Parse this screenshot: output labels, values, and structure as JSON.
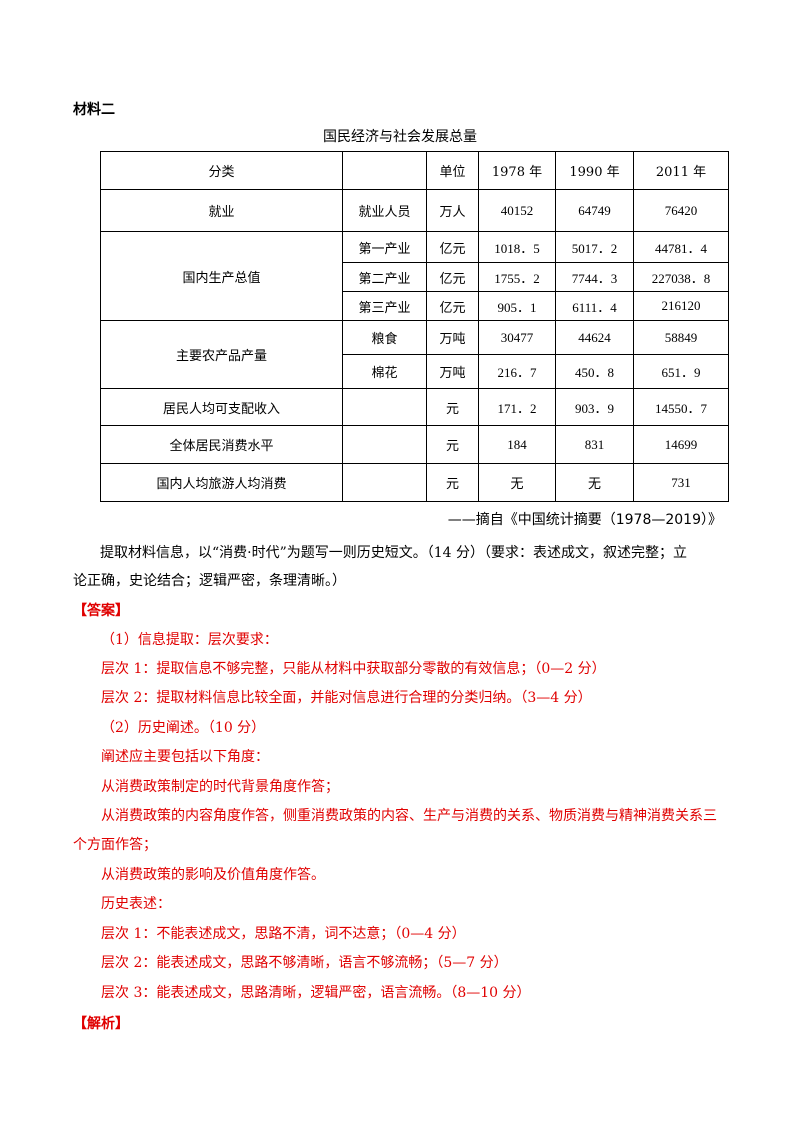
{
  "section_label": "材料二",
  "table_title": "国民经济与社会发展总量",
  "table": {
    "header": [
      "分类",
      "",
      "单位",
      "1978 年",
      "1990 年",
      "2011 年"
    ],
    "employment": {
      "category": "就业",
      "sub": "就业人员",
      "unit": "万人",
      "v1978": "40152",
      "v1990": "64749",
      "v2011": "76420"
    },
    "gdp": {
      "category": "国内生产总值",
      "rows": [
        {
          "sub": "第一产业",
          "unit": "亿元",
          "v1978": "1018．5",
          "v1990": "5017．2",
          "v2011": "44781．4"
        },
        {
          "sub": "第二产业",
          "unit": "亿元",
          "v1978": "1755．2",
          "v1990": "7744．3",
          "v2011": "227038．8"
        },
        {
          "sub": "第三产业",
          "unit": "亿元",
          "v1978": "905．1",
          "v1990": "6111．4",
          "v2011": "216120"
        }
      ]
    },
    "agri": {
      "category": "主要农产品产量",
      "rows": [
        {
          "sub": "粮食",
          "unit": "万吨",
          "v1978": "30477",
          "v1990": "44624",
          "v2011": "58849"
        },
        {
          "sub": "棉花",
          "unit": "万吨",
          "v1978": "216．7",
          "v1990": "450．8",
          "v2011": "651．9"
        }
      ]
    },
    "income": {
      "category": "居民人均可支配收入",
      "unit": "元",
      "v1978": "171．2",
      "v1990": "903．9",
      "v2011": "14550．7"
    },
    "consumption": {
      "category": "全体居民消费水平",
      "unit": "元",
      "v1978": "184",
      "v1990": "831",
      "v2011": "14699"
    },
    "tourism": {
      "category": "国内人均旅游人均消费",
      "unit": "元",
      "v1978": "无",
      "v1990": "无",
      "v2011": "731"
    }
  },
  "source": "——摘自《中国统计摘要（1978—2019）》",
  "prompt_line1": "提取材料信息，以“消费·时代”为题写一则历史短文。（14 分）（要求：表述成文，叙述完整；立",
  "prompt_line2": "论正确，史论结合；逻辑严密，条理清晰。）",
  "answer_heading": "【答案】",
  "answer_lines": [
    "（1）信息提取：层次要求：",
    "层次 1：提取信息不够完整，只能从材料中获取部分零散的有效信息；（0—2 分）",
    "层次 2：提取材料信息比较全面，并能对信息进行合理的分类归纳。（3—4 分）",
    "（2）历史阐述。（10 分）",
    "阐述应主要包括以下角度：",
    "从消费政策制定的时代背景角度作答；",
    "从消费政策的内容角度作答，侧重消费政策的内容、生产与消费的关系、物质消费与精神消费关系三",
    "个方面作答；",
    "从消费政策的影响及价值角度作答。",
    "历史表述：",
    "层次 1：不能表述成文，思路不清，词不达意；（0—4 分）",
    "层次 2：能表述成文，思路不够清晰，语言不够流畅；（5—7 分）",
    "层次 3：能表述成文，思路清晰，逻辑严密，语言流畅。（8—10 分）"
  ],
  "analysis_heading": "【解析】"
}
